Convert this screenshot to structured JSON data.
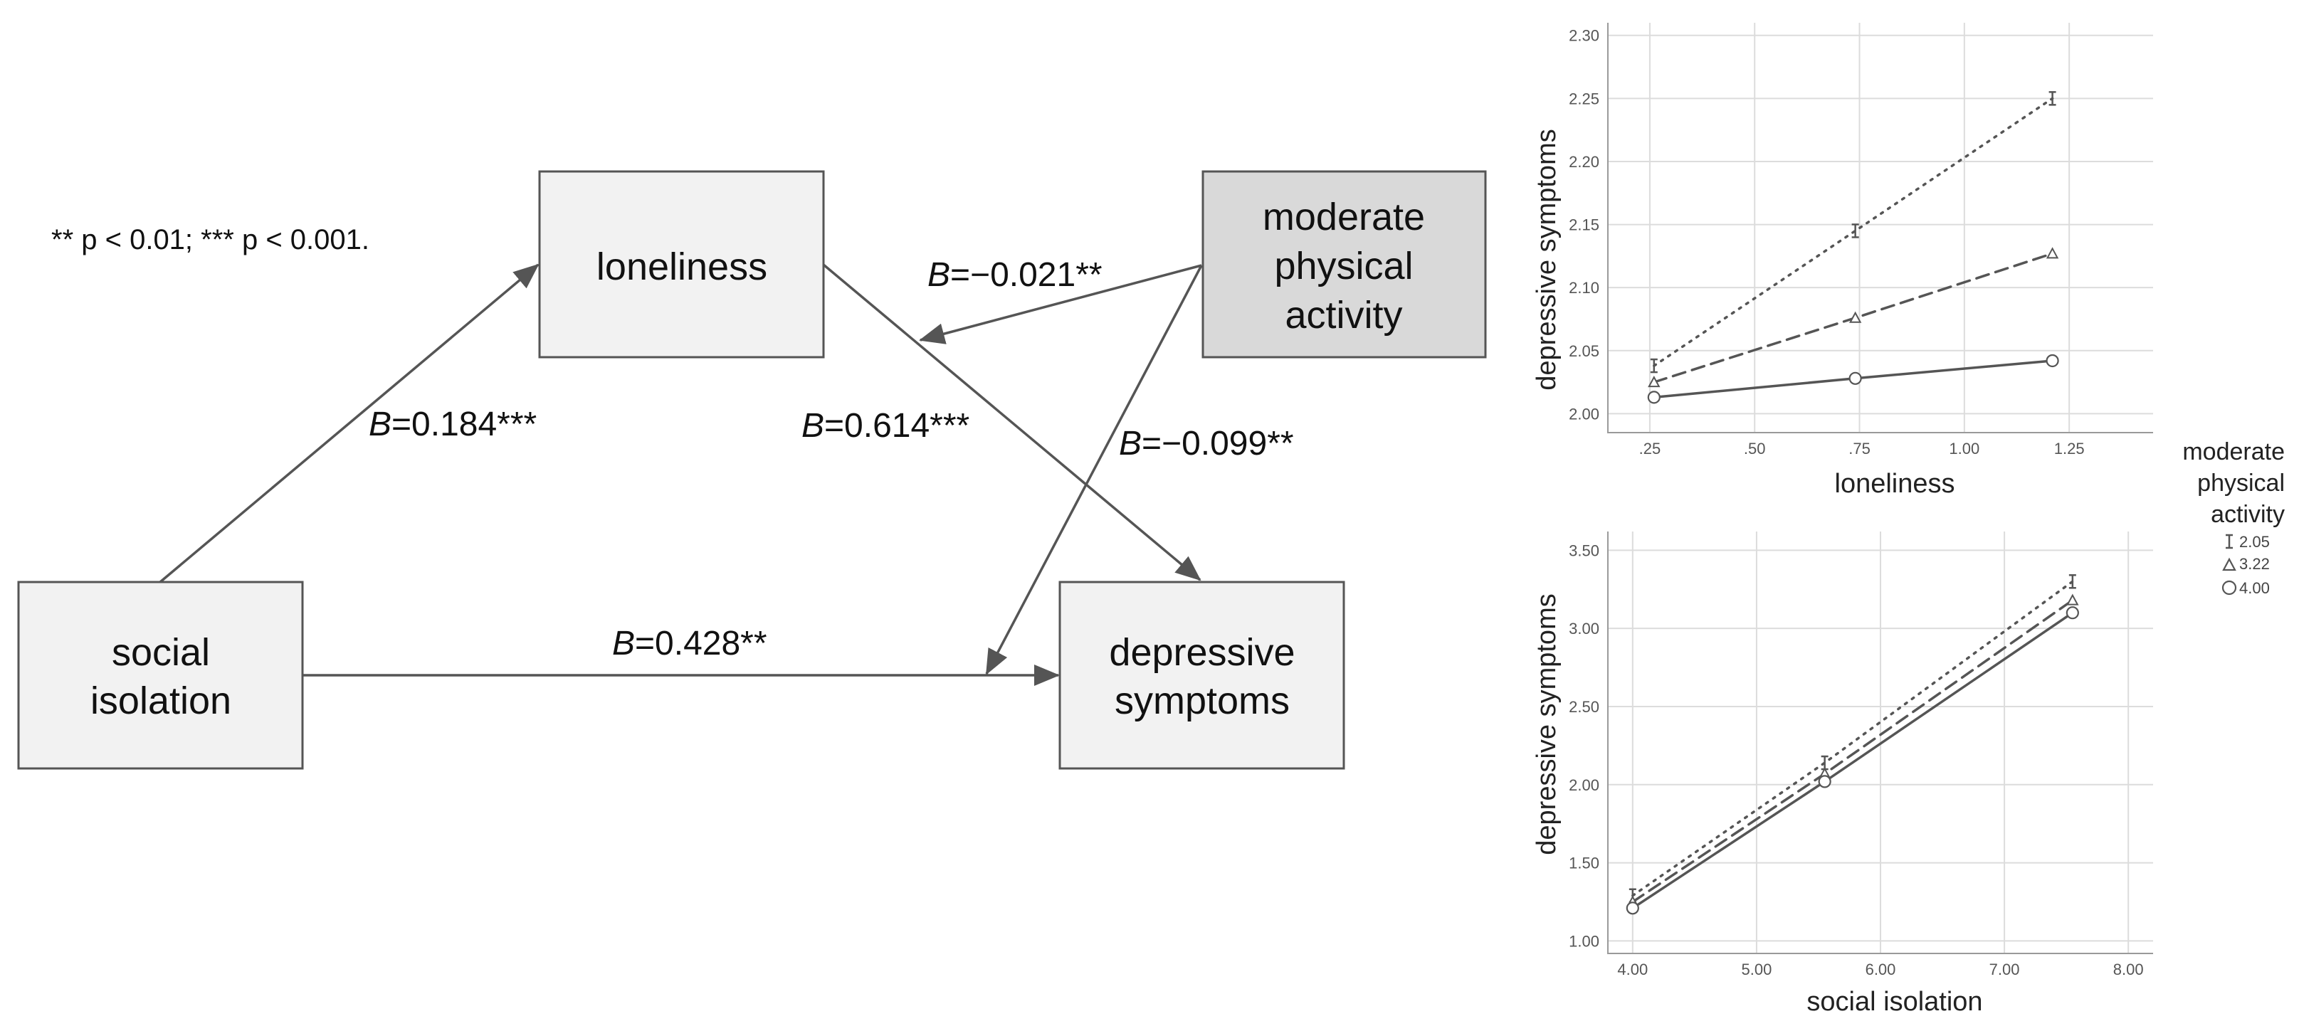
{
  "diagram": {
    "note": "** p < 0.01; *** p < 0.001.",
    "nodes": {
      "social_isolation": [
        "social",
        "isolation"
      ],
      "loneliness": [
        "loneliness"
      ],
      "depressive_symptoms": [
        "depressive",
        "symptoms"
      ],
      "moderate_physical_activity": [
        "moderate",
        "physical",
        "activity"
      ]
    },
    "paths": {
      "si_to_lon": {
        "symbol": "B",
        "text": "=0.184***"
      },
      "lon_to_dep": {
        "symbol": "B",
        "text": "=0.614***"
      },
      "mpa_to_lon_path": {
        "symbol": "B",
        "text": "=−0.021**"
      },
      "mpa_to_direct_path": {
        "symbol": "B",
        "text": "=−0.099**"
      },
      "si_to_dep": {
        "symbol": "B",
        "text": "=0.428**"
      }
    },
    "colors": {
      "box_fill": "#f2f2f2",
      "moderator_fill": "#d9d9d9",
      "stroke": "#555555"
    }
  },
  "legend": {
    "title": [
      "moderate",
      "physical",
      "activity"
    ],
    "levels": [
      "2.05",
      "3.22",
      "4.00"
    ]
  },
  "chart_data": [
    {
      "type": "line",
      "xlabel": "loneliness",
      "ylabel": "depressive symptoms",
      "xlim": [
        0.15,
        1.45
      ],
      "ylim": [
        1.985,
        2.31
      ],
      "xticks": [
        0.25,
        0.5,
        0.75,
        1.0,
        1.25
      ],
      "xtick_labels": [
        ".25",
        ".50",
        ".75",
        "1.00",
        "1.25"
      ],
      "yticks": [
        2.0,
        2.05,
        2.1,
        2.15,
        2.2,
        2.25,
        2.3
      ],
      "ytick_labels": [
        "2.00",
        "2.05",
        "2.10",
        "2.15",
        "2.20",
        "2.25",
        "2.30"
      ],
      "grid": true,
      "x": [
        0.26,
        0.74,
        1.21
      ],
      "series": [
        {
          "name": "2.05",
          "values": [
            2.038,
            2.145,
            2.25
          ],
          "marker": "I",
          "dash": "dotted"
        },
        {
          "name": "3.22",
          "values": [
            2.025,
            2.076,
            2.127
          ],
          "marker": "triangle",
          "dash": "dashed"
        },
        {
          "name": "4.00",
          "values": [
            2.013,
            2.028,
            2.042
          ],
          "marker": "circle",
          "dash": "solid"
        }
      ]
    },
    {
      "type": "line",
      "xlabel": "social isolation",
      "ylabel": "depressive symptoms",
      "xlim": [
        3.8,
        8.2
      ],
      "ylim": [
        0.92,
        3.62
      ],
      "xticks": [
        4,
        5,
        6,
        7,
        8
      ],
      "xtick_labels": [
        "4.00",
        "5.00",
        "6.00",
        "7.00",
        "8.00"
      ],
      "yticks": [
        1.0,
        1.5,
        2.0,
        2.5,
        3.0,
        3.5
      ],
      "ytick_labels": [
        "1.00",
        "1.50",
        "2.00",
        "2.50",
        "3.00",
        "3.50"
      ],
      "grid": true,
      "x": [
        4.0,
        5.55,
        7.55
      ],
      "series": [
        {
          "name": "2.05",
          "values": [
            1.29,
            2.14,
            3.3
          ],
          "marker": "I",
          "dash": "dotted"
        },
        {
          "name": "3.22",
          "values": [
            1.25,
            2.07,
            3.18
          ],
          "marker": "triangle",
          "dash": "dashed"
        },
        {
          "name": "4.00",
          "values": [
            1.21,
            2.02,
            3.1
          ],
          "marker": "circle",
          "dash": "solid"
        }
      ]
    }
  ]
}
